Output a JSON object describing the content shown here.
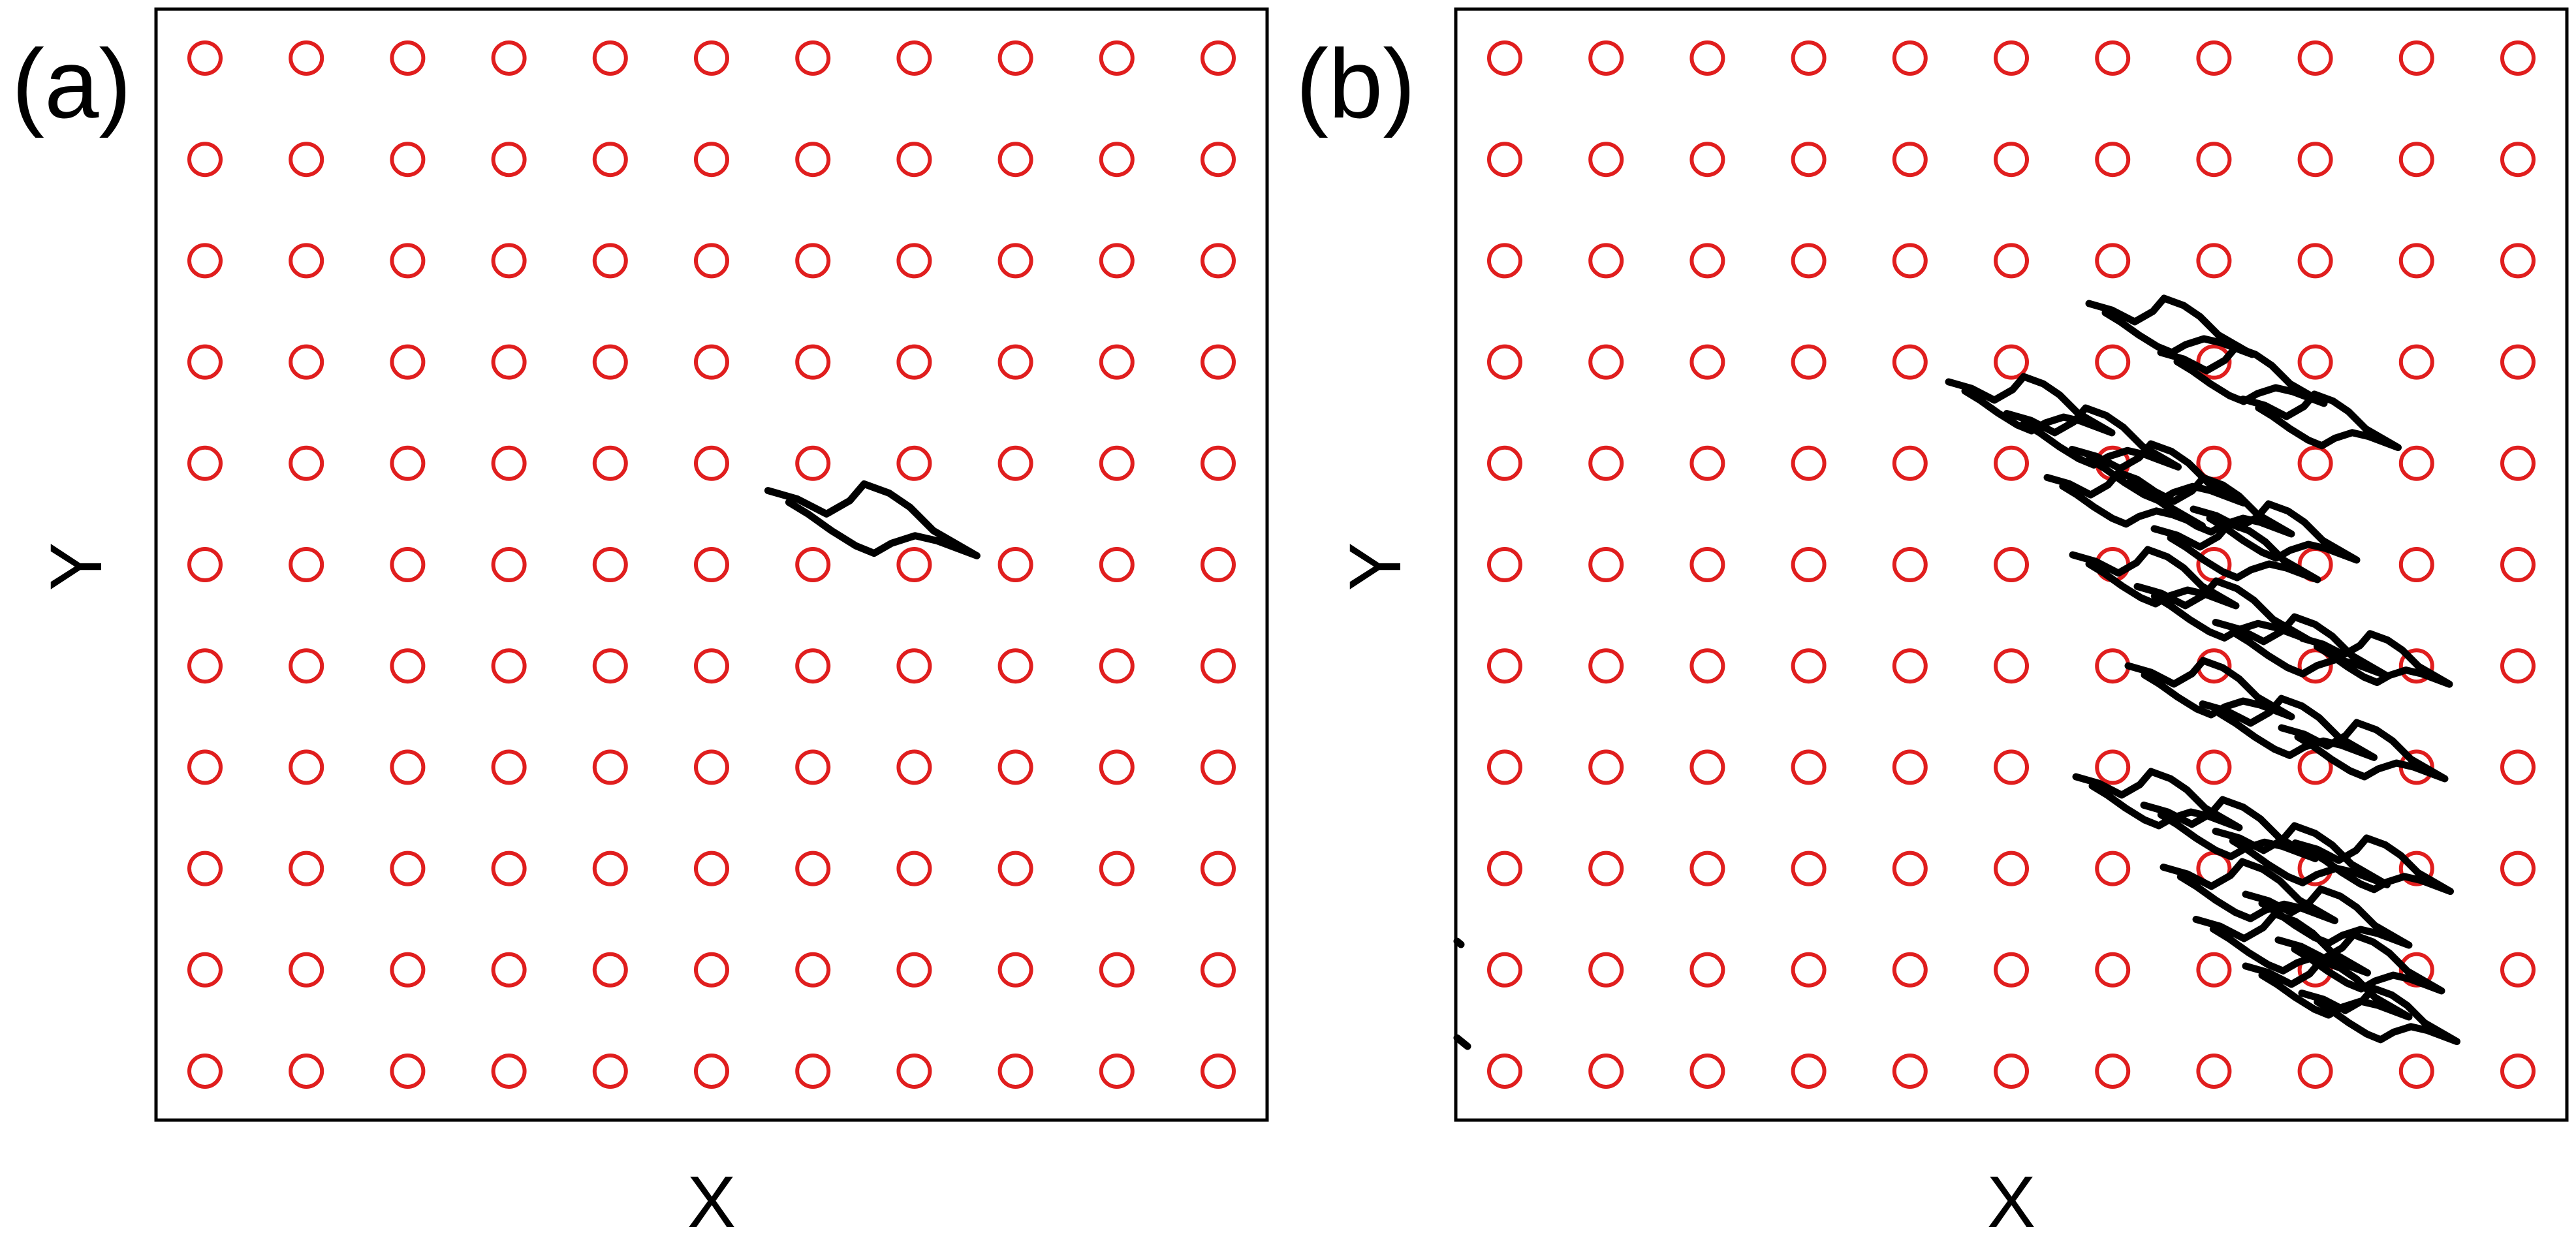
{
  "colors": {
    "lattice": "#e01e1e",
    "trajectory": "#000000",
    "frame": "#000000"
  },
  "panels": [
    {
      "label": "(a)",
      "xlabel": "X",
      "ylabel": "Y",
      "lattice": {
        "columns": 11,
        "rows": 11
      },
      "trajectory_count": 1
    },
    {
      "label": "(b)",
      "xlabel": "X",
      "ylabel": "Y",
      "lattice": {
        "columns": 11,
        "rows": 11
      },
      "trajectory_count": 27
    }
  ]
}
